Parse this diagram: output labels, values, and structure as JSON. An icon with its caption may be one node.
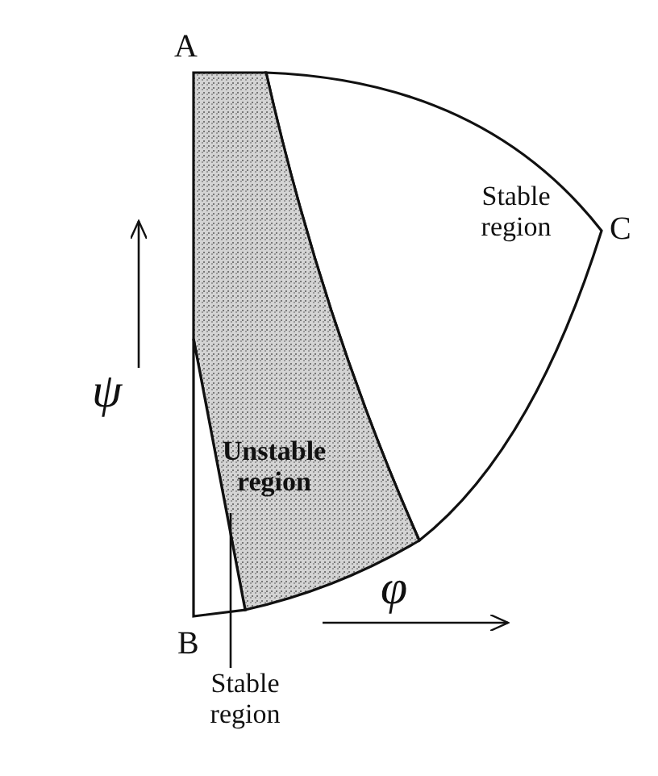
{
  "diagram": {
    "nodes": [
      {
        "text": [
          "Stable region"
        ]
      },
      {
        "text": [
          "Unstable region"
        ]
      },
      {
        "text": [],
        "shape": "triangle"
      },
      {
        "text": [
          "Stable region"
        ]
      }
    ],
    "edges": [
      {
        "from": 3,
        "to": 2,
        "arrow": "none"
      }
    ],
    "labels": [
      "A",
      "C",
      "ψ",
      "B",
      "φ"
    ]
  }
}
